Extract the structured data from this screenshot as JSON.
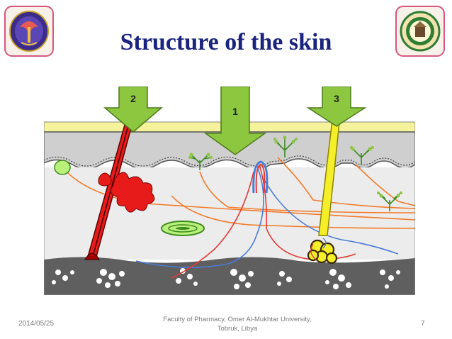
{
  "slide": {
    "title": "Structure of the skin",
    "date": "2014/05/25",
    "footer_line1": "Faculty of Pharmacy, Omer Al-Mukhtar University,",
    "footer_line2": "Tobruk, Libya",
    "page_number": "7"
  },
  "figure": {
    "arrow_labels": [
      "2",
      "1",
      "3"
    ],
    "colors": {
      "epidermis_top": "#f4f29a",
      "dermis": "#e8e8e8",
      "hair": "#e81b1b",
      "sweat_gland": "#f5ee2a",
      "arrow": "#8dc63f",
      "nerve": "#f37a28",
      "artery": "#e53935",
      "vein": "#4b7bd6",
      "fat_layer": "#5f5f5f",
      "title": "#1a237e"
    },
    "icons": [
      "university-logo-left",
      "university-logo-right"
    ]
  }
}
